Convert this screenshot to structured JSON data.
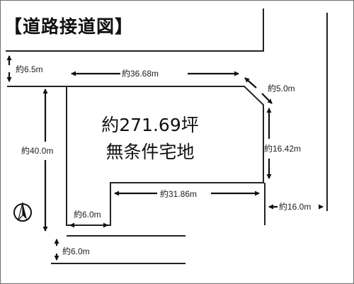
{
  "title": "【道路接道図】",
  "area": {
    "size": "約271.69坪",
    "condition": "無条件宅地"
  },
  "dimensions": {
    "road_top_width": "約6.5m",
    "top_edge": "約36.68m",
    "corner_cut": "約5.0m",
    "right_edge": "約16.42m",
    "left_edge": "約40.0m",
    "inner_bottom": "約31.86m",
    "right_road": "約16.0m",
    "frontage": "約6.0m",
    "bottom_road": "約6.0m"
  },
  "icons": {
    "north_arrow": "north-arrow-icon"
  }
}
